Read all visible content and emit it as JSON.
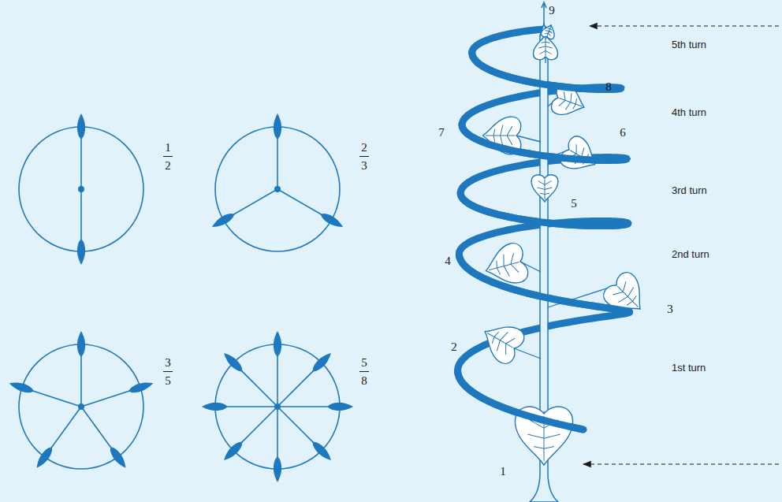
{
  "diagram": {
    "labels": [
      "1",
      "2",
      "2",
      "3",
      "3",
      "5",
      "5",
      "8",
      "1",
      "2",
      "3",
      "4",
      "5",
      "6",
      "7",
      "8",
      "9",
      "5th turn",
      "4th turn",
      "3rd turn",
      "2nd turn",
      "1st turn"
    ]
  }
}
